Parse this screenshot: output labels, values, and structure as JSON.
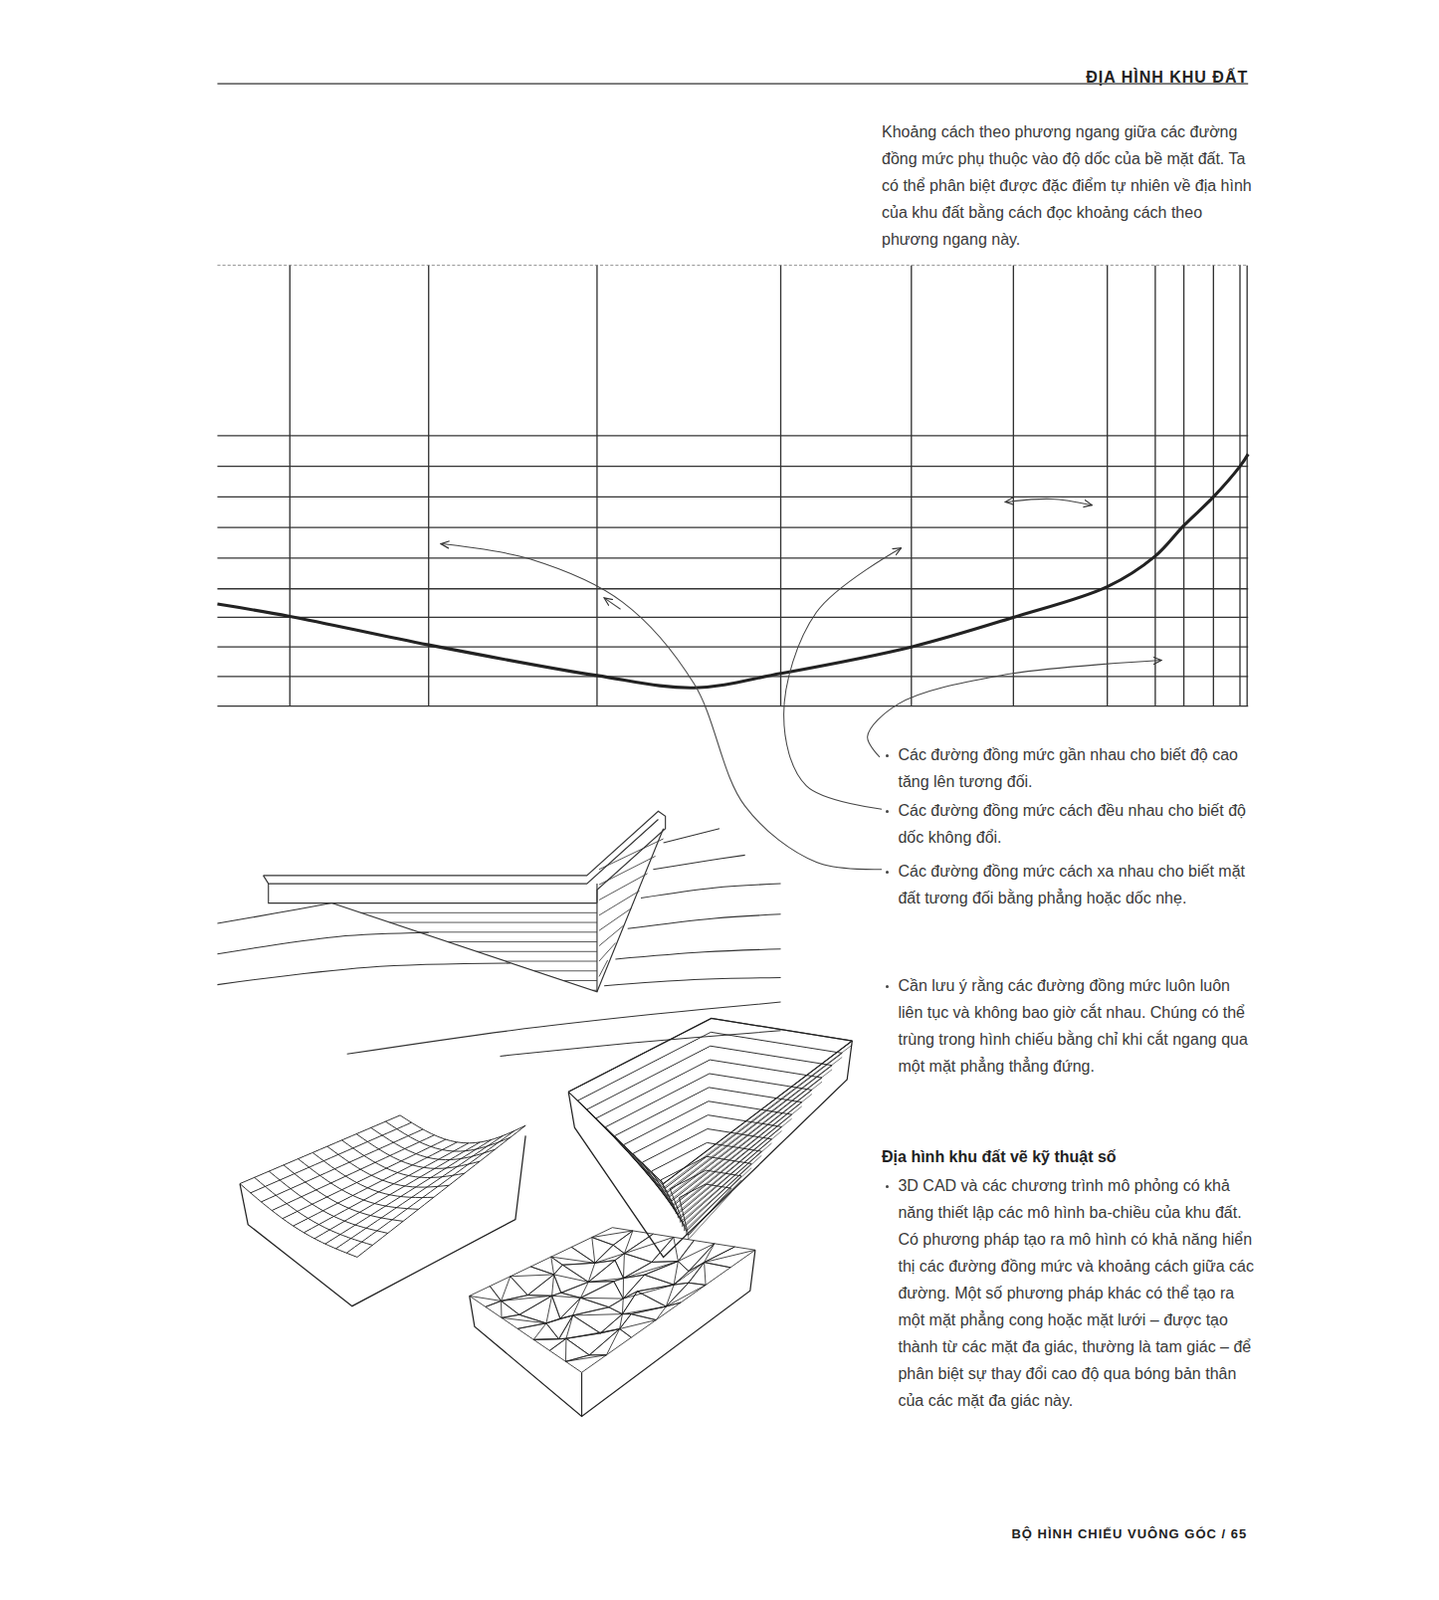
{
  "diagram": {
    "title": "ĐỊA HÌNH KHU ĐẤT",
    "labels": [
      "Khoảng cách theo phương ngang giữa các đường đồng mức phụ thuộc vào độ dốc của bề mặt đất. Ta có thể phân biệt được đặc điểm tự nhiên về địa hình của khu đất bằng cách đọc khoảng cách theo phương ngang này.",
      "Các đường đồng mức gần nhau cho biết độ cao tăng lên tương đối.",
      "Các đường đồng mức cách đều nhau cho biết độ dốc không đổi.",
      "Các đường đồng mức cách xa nhau cho biết mặt đất tương đối bằng phẳng hoặc dốc nhẹ.",
      "Cần lưu ý rằng các đường đồng mức luôn luôn liên tục và không bao giờ cắt nhau. Chúng có thể trùng trong hình chiếu bằng chỉ khi cắt ngang qua một mặt phẳng thẳng đứng.",
      "Địa hình khu đất vẽ kỹ thuật số",
      "3D CAD và các chương trình mô phỏng có khả năng thiết lập các mô hình ba-chiều của khu đất. Có phương pháp tạo ra mô hình có khả năng hiển thị các đường đồng mức và khoảng cách giữa các đường. Một số phương pháp khác có thể tạo ra một mặt phẳng cong hoặc mặt lưới – được tạo thành từ các mặt đa giác, thường là tam giác – để phân biệt sự thay đổi cao độ qua bóng bản thân của các mặt đa giác này.",
      "BỘ HÌNH CHIẾU VUÔNG GÓC / 65"
    ]
  }
}
